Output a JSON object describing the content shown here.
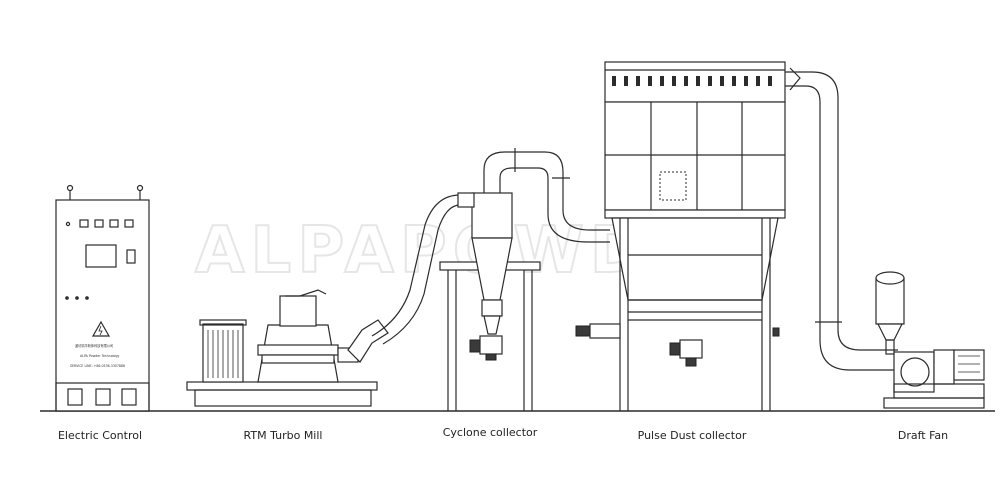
{
  "watermark": "ALPAPOWDER",
  "cabinet_text": {
    "line1": "潍坊精华粉体科技有限公司",
    "line2": "ALPA Powder Technology",
    "line3": "SERVICE LINE: +86-0536-3307888"
  },
  "components": [
    {
      "label": "Electric Control"
    },
    {
      "label": "RTM Turbo Mill"
    },
    {
      "label": "Cyclone collector"
    },
    {
      "label": "Pulse Dust collector"
    },
    {
      "label": "Draft Fan"
    }
  ]
}
